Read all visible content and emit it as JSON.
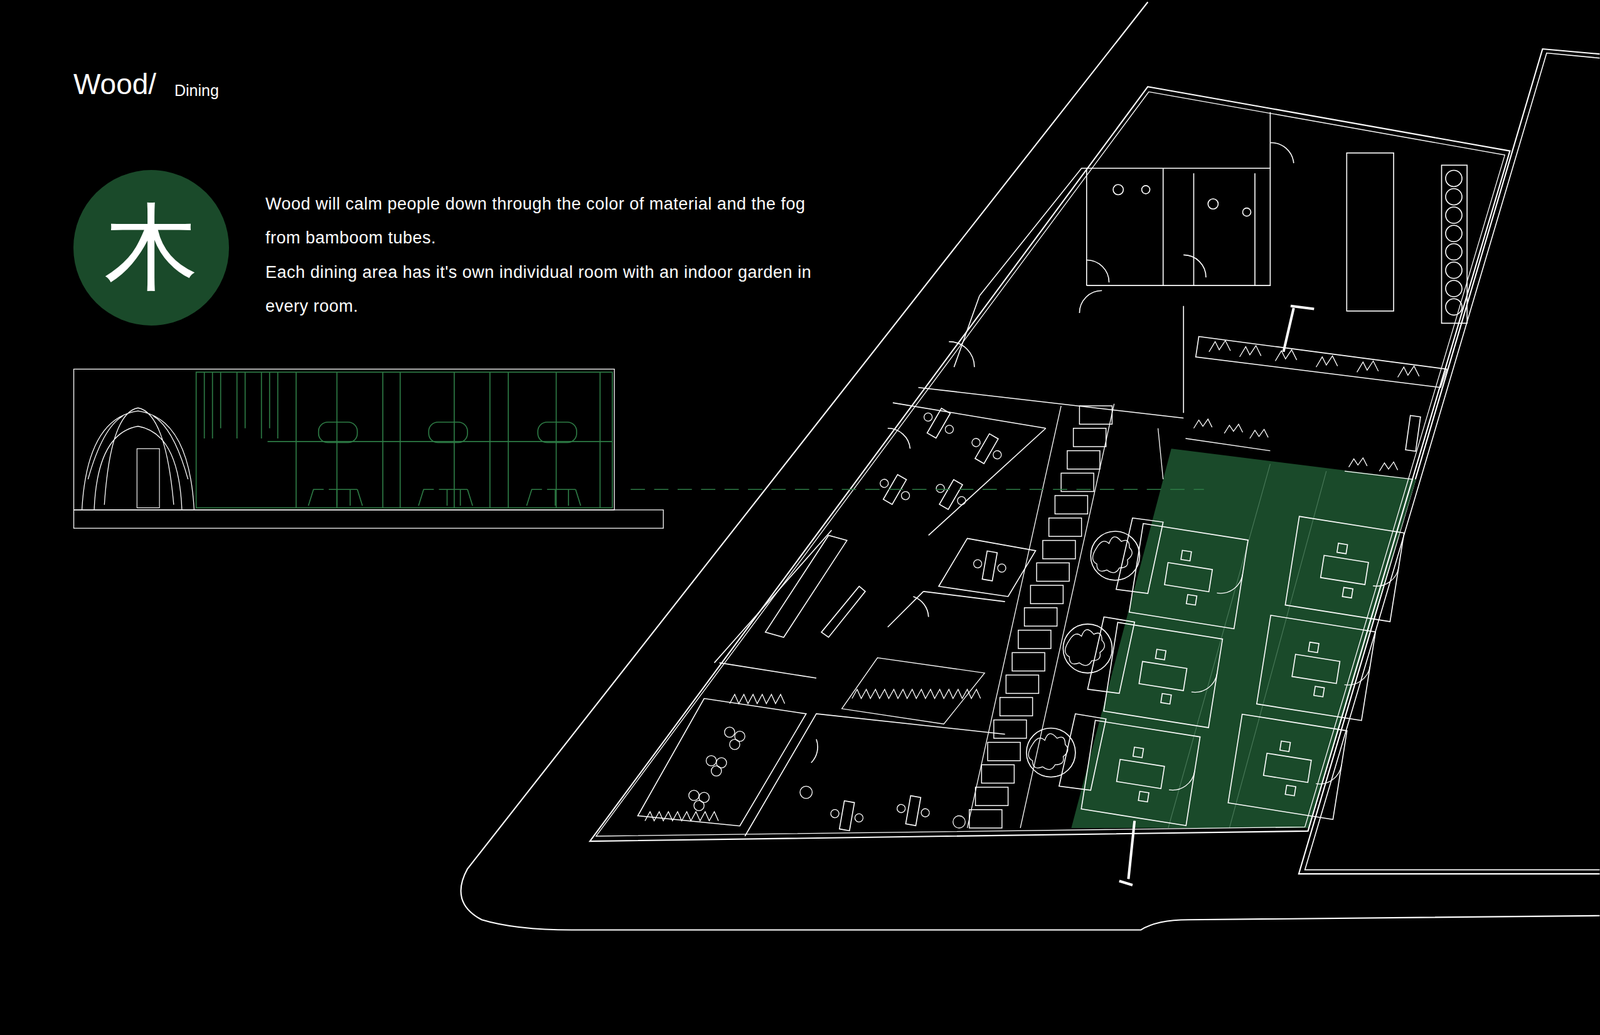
{
  "diagram": {
    "title": "Wood/",
    "nodes": [
      {
        "text": [
          "木"
        ]
      }
    ],
    "labels": [
      "Wood will calm people down through the color of material and the fog from bamboom tubes.",
      "Each dining area has it's own individual room with an indoor garden in every room.",
      "Dining"
    ]
  }
}
